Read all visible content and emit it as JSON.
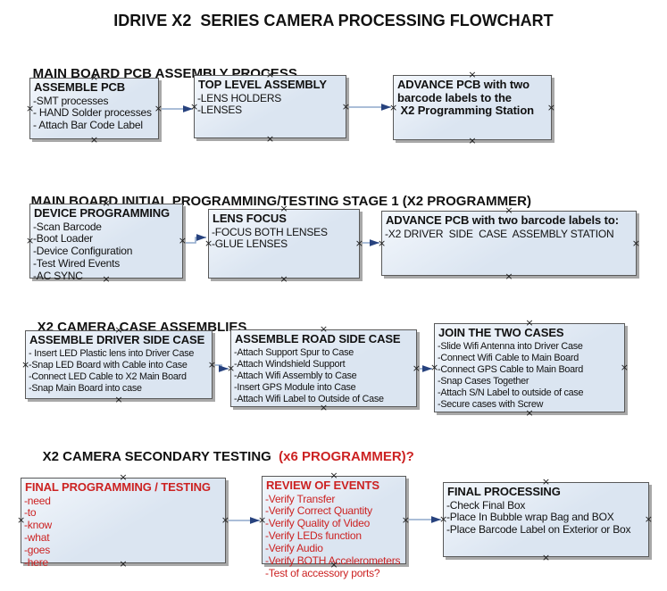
{
  "title": "IDRIVE X2  SERIES CAMERA PROCESSING FLOWCHART",
  "icons": {
    "handle_glyph": "×",
    "connector_style": "right-arrow"
  },
  "colors": {
    "box_fill": "#dbe5f1",
    "box_fill_light": "#f3f7fc",
    "box_border": "#595959",
    "box_shadow": "#a8a8a8",
    "arrow_line": "#8fa9cc",
    "arrow_head": "#27427e",
    "red": "#cc2222",
    "text": "#111111"
  },
  "sections": [
    {
      "heading": "MAIN BOARD PCB ASSEMBLY PROCESS",
      "boxes": [
        {
          "title": "ASSEMBLE PCB",
          "items": [
            "-SMT processes",
            "- HAND Solder processes",
            "- Attach Bar Code Label"
          ]
        },
        {
          "title": "TOP LEVEL ASSEMBLY",
          "items": [
            "-LENS HOLDERS",
            "-LENSES"
          ]
        },
        {
          "title": "ADVANCE PCB with two barcode labels to the\n X2 Programming Station",
          "items": []
        }
      ]
    },
    {
      "heading": "MAIN BOARD INITIAL PROGRAMMING/TESTING STAGE 1 (X2 PROGRAMMER)",
      "boxes": [
        {
          "title": "DEVICE PROGRAMMING",
          "items": [
            "-Scan Barcode",
            "-Boot Loader",
            "-Device Configuration",
            "-Test Wired Events",
            "-AC SYNC"
          ]
        },
        {
          "title": "LENS FOCUS",
          "items": [
            "-FOCUS BOTH LENSES",
            "-GLUE LENSES"
          ]
        },
        {
          "title": "ADVANCE PCB with two barcode labels to:",
          "items": [
            "-X2 DRIVER  SIDE  CASE  ASSEMBLY STATION"
          ]
        }
      ]
    },
    {
      "heading": "X2 CAMERA CASE ASSEMBLIES",
      "boxes": [
        {
          "title": "ASSEMBLE DRIVER SIDE CASE",
          "items": [
            "- Insert LED Plastic lens into Driver Case",
            "-Snap LED Board with Cable into Case",
            "-Connect LED Cable to X2 Main Board",
            "-Snap Main Board into case"
          ]
        },
        {
          "title": "ASSEMBLE ROAD SIDE CASE",
          "items": [
            "-Attach Support Spur to Case",
            "-Attach Windshield Support",
            "-Attach Wifi Assembly to Case",
            "-Insert GPS Module into Case",
            "-Attach Wifi Label to Outside of Case"
          ]
        },
        {
          "title": "JOIN THE TWO CASES",
          "items": [
            "-Slide Wifi Antenna into Driver Case",
            "-Connect Wifi Cable to Main Board",
            "-Connect GPS Cable to Main Board",
            "-Snap Cases Together",
            "-Attach S/N Label to outside of case",
            "-Secure cases with Screw"
          ]
        }
      ]
    },
    {
      "heading": "X2 CAMERA SECONDARY TESTING",
      "heading_suffix": "  (x6 PROGRAMMER)?",
      "boxes": [
        {
          "title": "FINAL PROGRAMMING / TESTING",
          "items": [
            "-need",
            "-to",
            "-know",
            "-what",
            "-goes",
            "-here"
          ]
        },
        {
          "title": "REVIEW OF EVENTS",
          "items": [
            "-Verify Transfer",
            "-Verify Correct Quantity",
            "-Verify Quality of Video",
            "-Verify LEDs function",
            "-Verify Audio",
            "-Verify BOTH Accelerometers",
            "-Test of accessory ports?"
          ]
        },
        {
          "title": "FINAL PROCESSING",
          "items": [
            "-Check Final Box",
            "-Place In Bubble wrap Bag and BOX",
            "-Place Barcode Label on Exterior or Box"
          ]
        }
      ]
    }
  ]
}
